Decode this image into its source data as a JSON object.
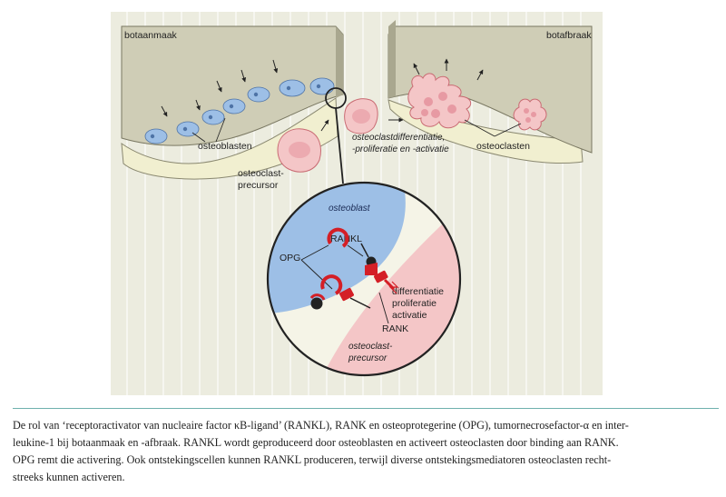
{
  "diagram": {
    "labels": {
      "botaanmaak": "botaanmaak",
      "botafbraak": "botafbraak",
      "osteoblasten": "osteoblasten",
      "osteoclasten": "osteoclasten",
      "precursor_1": "osteoclast-",
      "precursor_2": "precursor",
      "process_1": "osteoclastdifferentiatie,",
      "process_2": "-proliferatie en -activatie",
      "zoom_osteoblast": "osteoblast",
      "rankl": "RANKL",
      "opg": "OPG",
      "rank": "RANK",
      "effect_1": "differentiatie",
      "effect_2": "proliferatie",
      "effect_3": "activatie",
      "zoom_precursor_1": "osteoclast-",
      "zoom_precursor_2": "precursor"
    },
    "colors": {
      "panel_bg": "#ececdf",
      "bone": "#cfcdb6",
      "matrix": "#f1efd0",
      "osteoblast": "#9dbfe6",
      "osteoclast": "#f4c6c7",
      "receptor_red": "#d41f26"
    }
  },
  "caption": {
    "line1": "De rol van ‘receptoractivator van nucleaire factor κB-ligand’ (RANKL), RANK en osteoprotegerine (OPG), tumornecrosefactor-α en inter-",
    "line2": "leukine-1 bij botaanmaak en -afbraak. RANKL wordt geproduceerd door osteoblasten en activeert osteoclasten door binding aan RANK.",
    "line3": "OPG remt die activering. Ook ontstekingscellen kunnen RANKL produceren, terwijl diverse ontstekingsmediatoren osteoclasten recht-",
    "line4": "streeks kunnen activeren."
  }
}
